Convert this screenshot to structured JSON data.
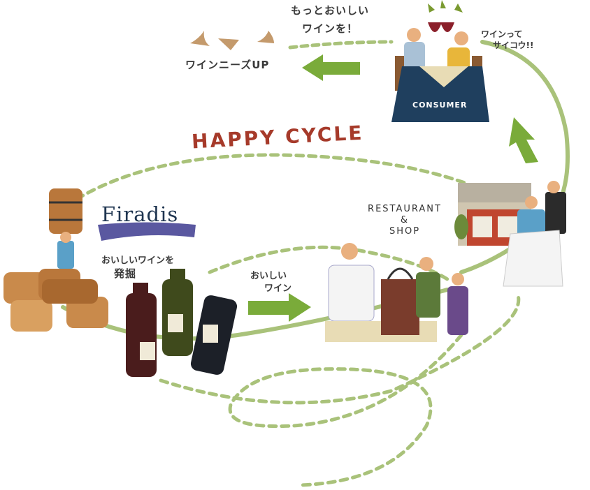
{
  "title": "HAPPY CYCLE",
  "logo": "Firadis",
  "labels": {
    "more_delicious_line1": "もっとおいしい",
    "more_delicious_line2": "ワインを！",
    "wine_needs_up": "ワインニーズUP",
    "wine_is_best_line1": "ワインって",
    "wine_is_best_line2": "サイコウ!!",
    "consumer": "CONSUMER",
    "discover_line1": "おいしいワインを",
    "discover_line2": "発掘",
    "tasty_line1": "おいしい",
    "tasty_line2": "ワイン",
    "restaurant_line1": "RESTAURANT",
    "restaurant_line2": "&",
    "restaurant_line3": "SHOP"
  },
  "colors": {
    "path_green": "#a9c27a",
    "arrow_green": "#7aab3a",
    "title_red": "#a63a2a",
    "navy": "#1f3f5e",
    "barrel": "#b9773b"
  }
}
